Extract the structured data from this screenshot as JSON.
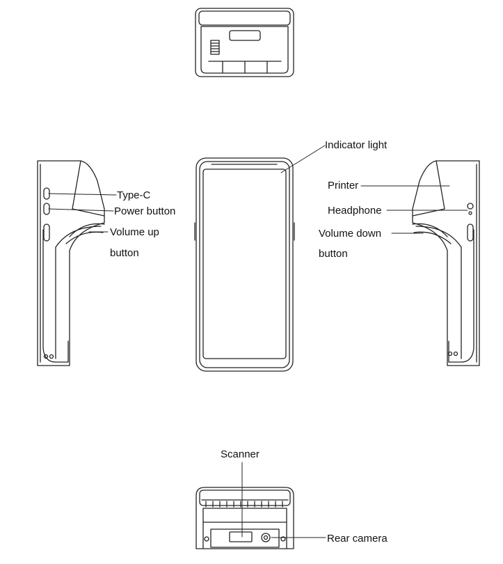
{
  "labels": {
    "indicator_light": "Indicator light",
    "type_c": "Type-C",
    "power_button": "Power button",
    "volume_up_line1": "Volume up",
    "volume_up_line2": "button",
    "printer": "Printer",
    "headphone": "Headphone",
    "volume_down_line1": "Volume down",
    "volume_down_line2": "button",
    "scanner": "Scanner",
    "rear_camera": "Rear camera"
  },
  "style": {
    "stroke": "#222222",
    "text": "#111111"
  }
}
